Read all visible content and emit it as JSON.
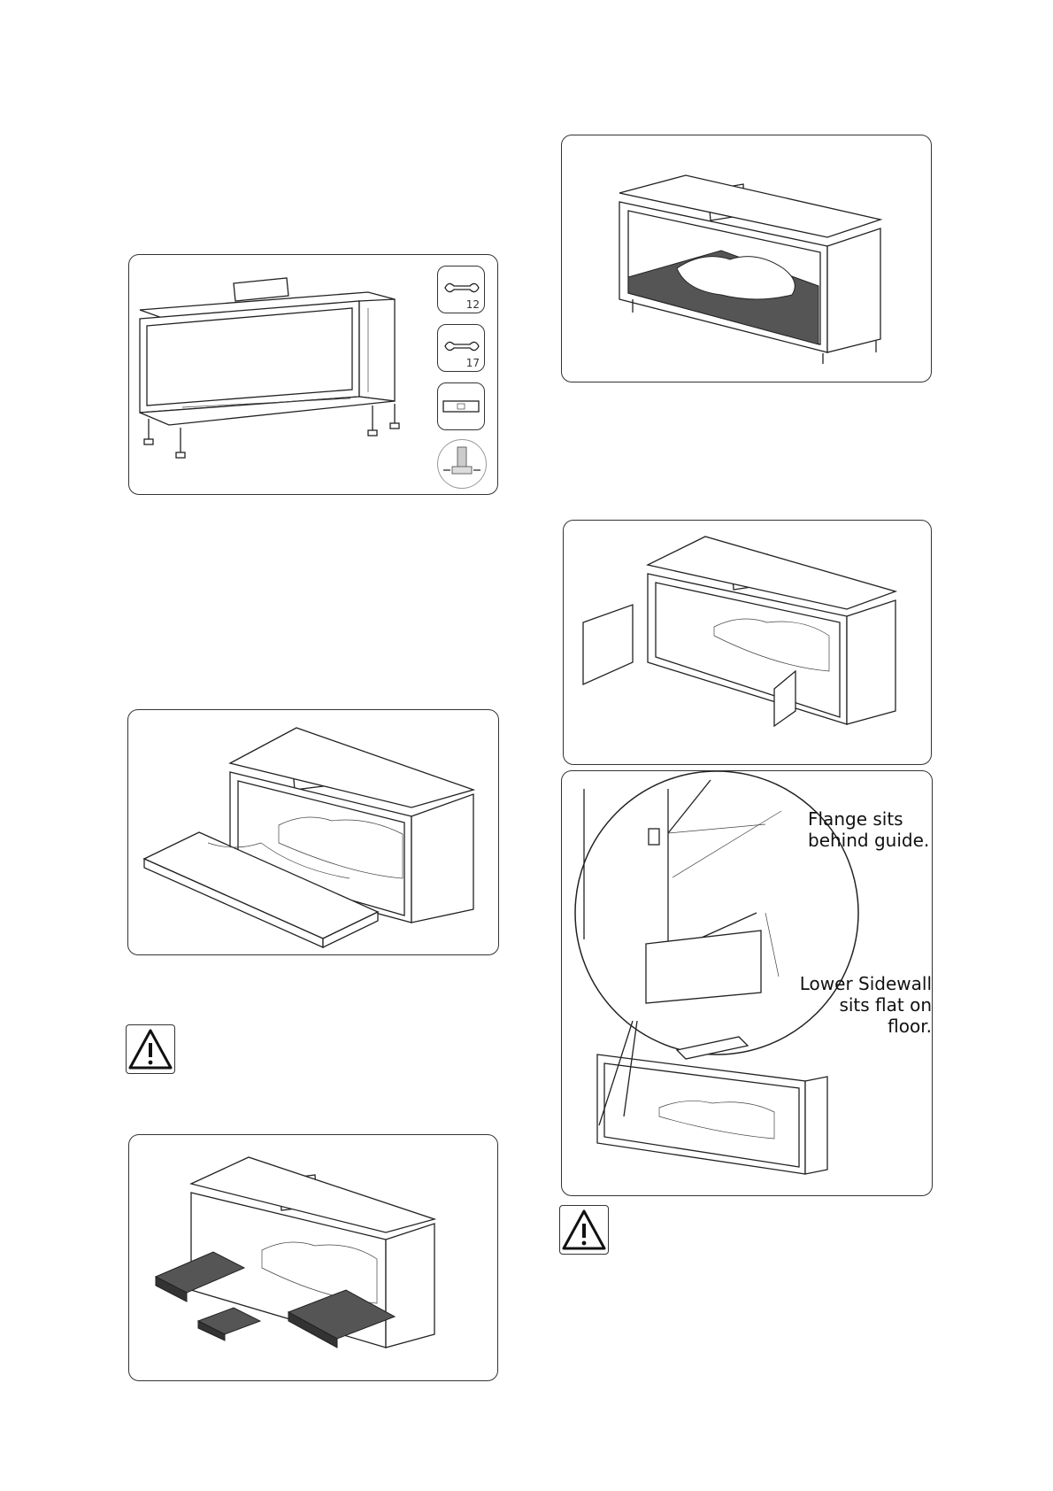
{
  "tools": {
    "wrench_12": {
      "label": "12",
      "icon": "wrench-icon"
    },
    "wrench_17": {
      "label": "17",
      "icon": "wrench-icon"
    },
    "level": {
      "icon": "spirit-level-icon"
    },
    "adjust": {
      "icon": "adjustable-foot-icon"
    }
  },
  "callouts": {
    "flange": {
      "line1": "Flange sits",
      "line2": "behind guide."
    },
    "sidewall": {
      "line1": "Lower Sidewall",
      "line2": "sits flat on floor."
    }
  },
  "icons": {
    "warning": "warning-triangle-icon"
  }
}
